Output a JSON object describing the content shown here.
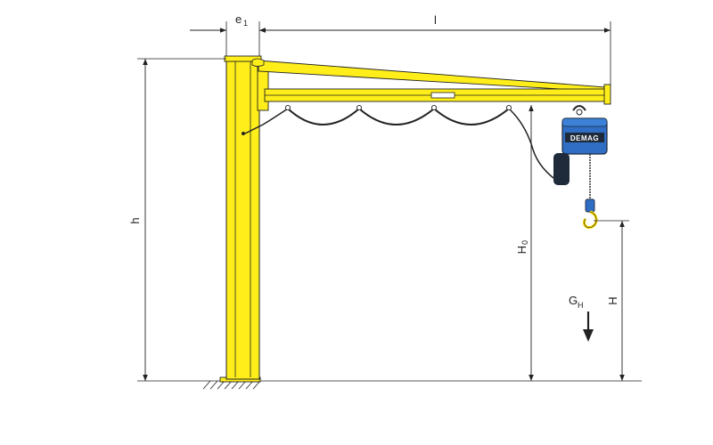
{
  "colors": {
    "steel": "#ffee1a",
    "outline": "#222222",
    "hoist_blue": "#2f6ec4",
    "hoist_dark": "#1f2a3a",
    "hook_yellow": "#f5d700"
  },
  "labels": {
    "e1_main": "e",
    "e1_sub": "1",
    "l": "l",
    "h": "h",
    "H0_main": "H",
    "H0_sub": "0",
    "H": "H",
    "GH_main": "G",
    "GH_sub": "H"
  },
  "hoist": {
    "brand": "DEMAG"
  }
}
